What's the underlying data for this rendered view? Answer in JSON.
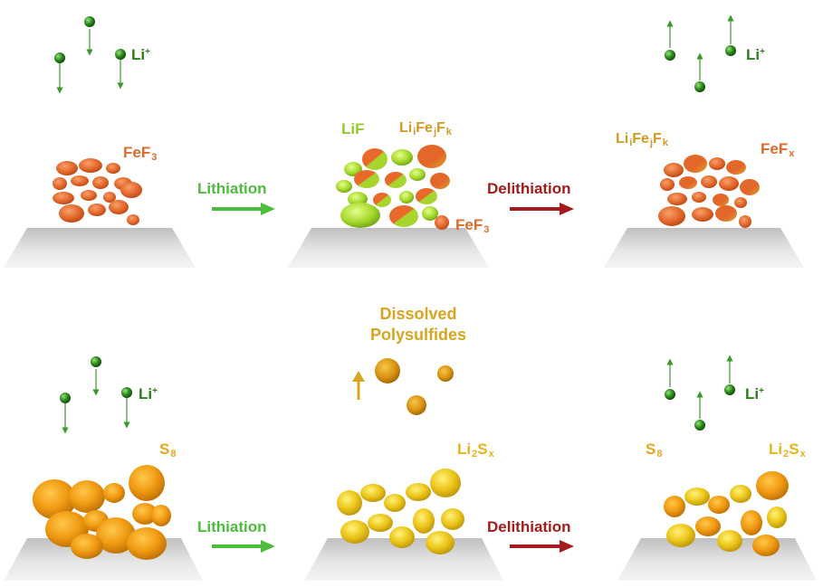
{
  "labels": {
    "li_ion": "Li",
    "li_charge": "+",
    "fef3_base": "FeF",
    "fef3_sub": "3",
    "lif": "LiF",
    "lifef_li": "Li",
    "lifef_i": "i",
    "lifef_fe": "Fe",
    "lifef_j": "j",
    "lifef_f": "F",
    "lifef_k": "k",
    "fefx_base": "FeF",
    "fefx_sub": "x",
    "lithiation": "Lithiation",
    "delithiation": "Delithiation",
    "s8_base": "S",
    "s8_sub": "8",
    "li2sx_li": "Li",
    "li2sx_2": "2",
    "li2sx_s": "S",
    "li2sx_x": "x",
    "dissolved_line1": "Dissolved",
    "dissolved_line2": "Polysulfides"
  },
  "colors": {
    "li_ion_green": "#2e7d1e",
    "fef3_orange": "#e06a2a",
    "lif_green": "#93c92a",
    "lifef_gold": "#d29a22",
    "sulfur_orange": "#e9a51d",
    "li2sx_yellow": "#e5b31c",
    "lithiation_arrow": "#4cbc3c",
    "delithiation_arrow": "#a51a1a",
    "substrate": "#d9d9d9"
  }
}
